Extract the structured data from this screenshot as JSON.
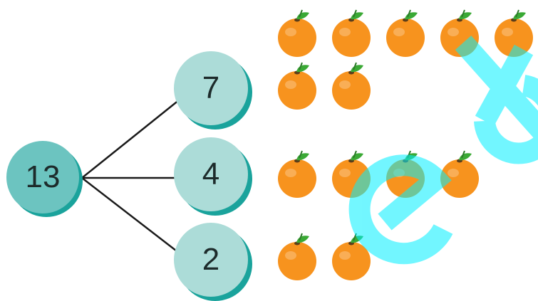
{
  "diagram": {
    "total": {
      "label": "13"
    },
    "parts": [
      {
        "label": "7",
        "count": 7
      },
      {
        "label": "4",
        "count": 4
      },
      {
        "label": "2",
        "count": 2
      }
    ]
  },
  "colors": {
    "total_fill": "#6cc4c0",
    "part_fill": "#acdcd8",
    "circle_shadow": "#1aa39c",
    "line": "#1a1a1a",
    "orange": "#f7931e",
    "leaf": "#3aa935",
    "watermark": "#00f0ff"
  },
  "icons": {
    "fruit": "orange-icon"
  },
  "watermark": {
    "text": "ed"
  }
}
